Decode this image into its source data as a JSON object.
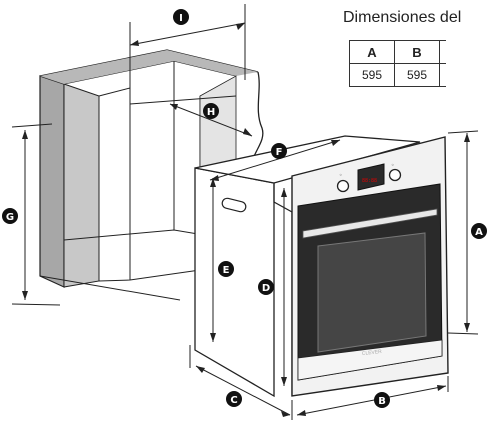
{
  "title": "Dimensiones del",
  "table": {
    "headers": [
      "A",
      "B"
    ],
    "values": [
      "595",
      "595"
    ]
  },
  "labels": {
    "A": "A",
    "B": "B",
    "C": "C",
    "D": "D",
    "E": "E",
    "F": "F",
    "G": "G",
    "H": "H",
    "I": "I"
  },
  "oven": {
    "brand": "CLEVER",
    "display": "88:88"
  }
}
